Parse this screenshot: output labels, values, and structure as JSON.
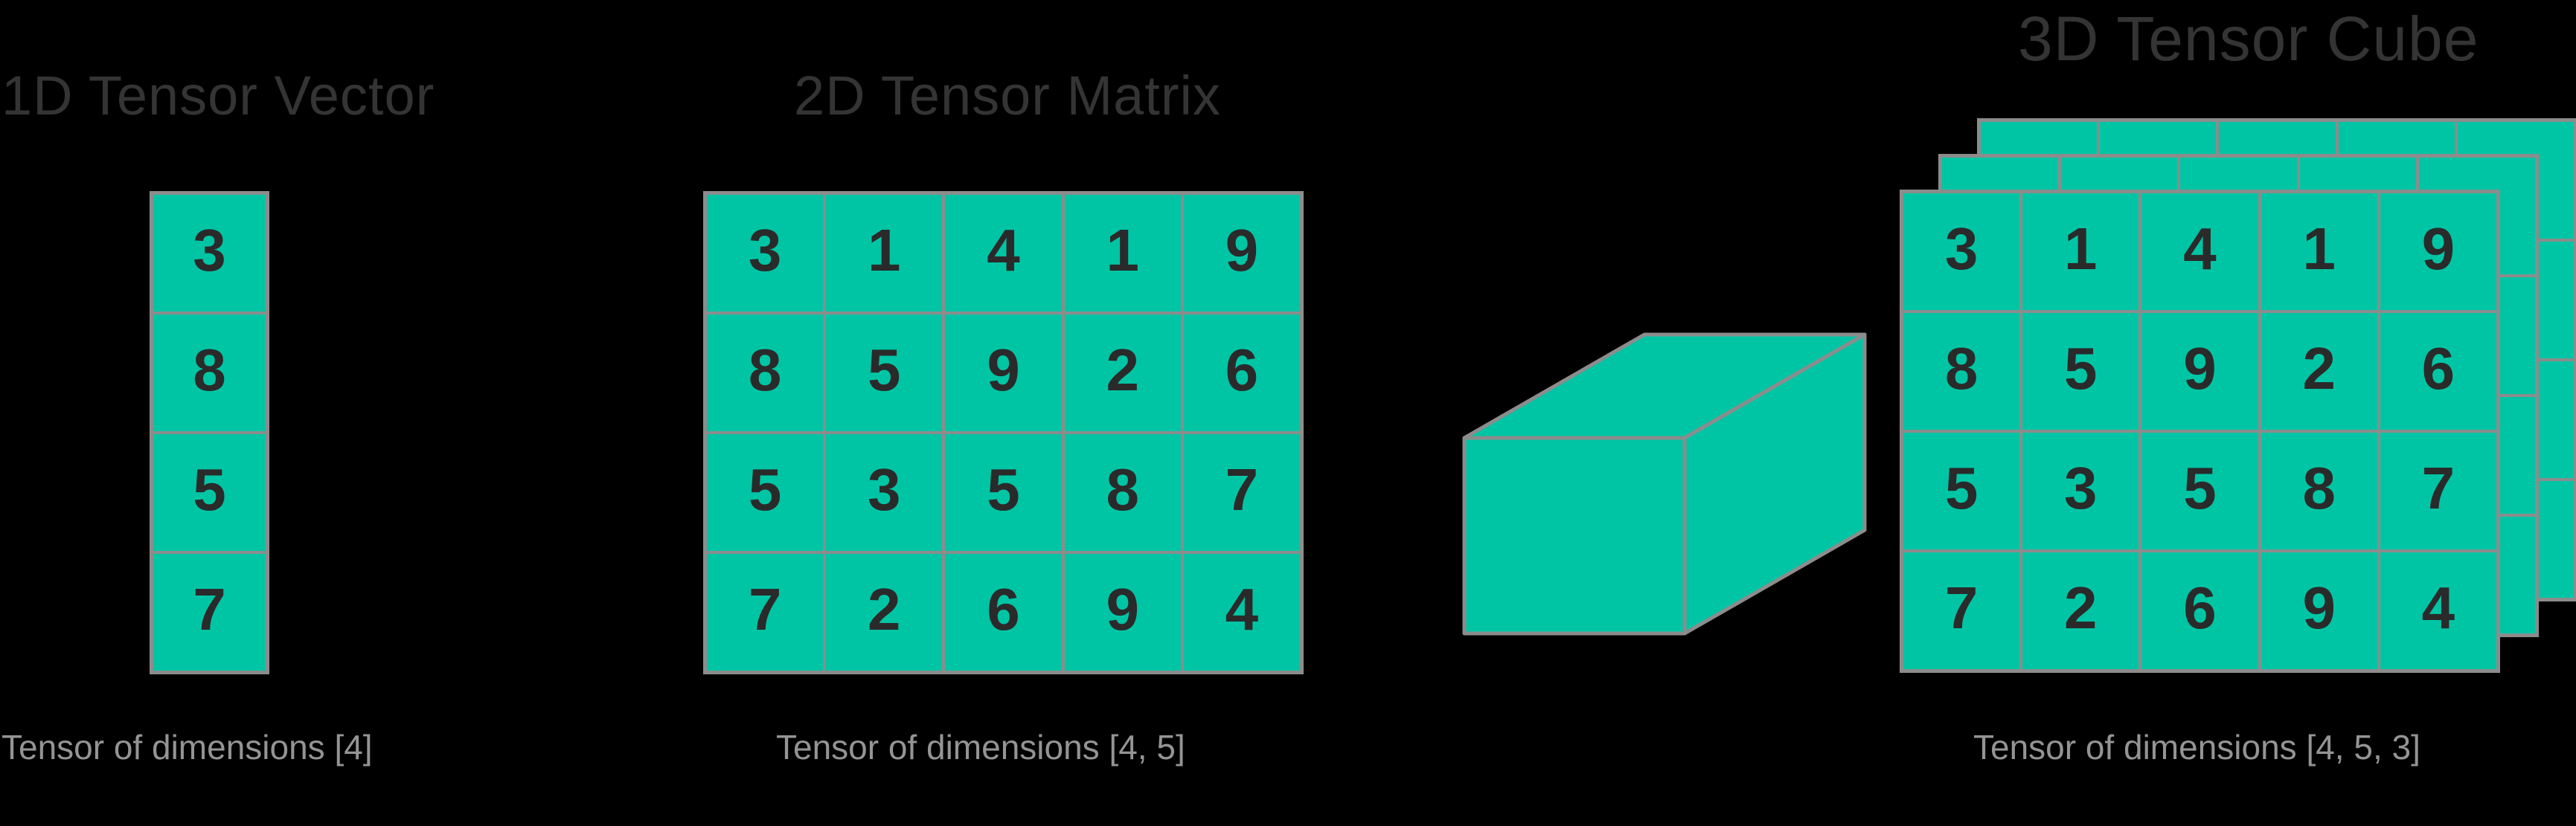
{
  "colors": {
    "background": "#000000",
    "teal": "#00C5A5",
    "grid_line": "#8C8C8C",
    "digit": "#2A2A2A",
    "title": "#343434",
    "caption": "#949494"
  },
  "sections": {
    "vector": {
      "title": "1D Tensor Vector",
      "caption": "Tensor of dimensions [4]",
      "values": [
        3,
        8,
        5,
        7
      ],
      "shape": [
        4
      ]
    },
    "matrix": {
      "title": "2D Tensor Matrix",
      "caption": "Tensor of dimensions [4, 5]",
      "rows": [
        [
          3,
          1,
          4,
          1,
          9
        ],
        [
          8,
          5,
          9,
          2,
          6
        ],
        [
          5,
          3,
          5,
          8,
          7
        ],
        [
          7,
          2,
          6,
          9,
          4
        ]
      ],
      "shape": [
        4,
        5
      ]
    },
    "cube": {
      "title": "3D Tensor Cube",
      "caption": "Tensor of dimensions [4, 5, 3]",
      "front_rows": [
        [
          3,
          1,
          4,
          1,
          9
        ],
        [
          8,
          5,
          9,
          2,
          6
        ],
        [
          5,
          3,
          5,
          8,
          7
        ],
        [
          7,
          2,
          6,
          9,
          4
        ]
      ],
      "num_layers": 3,
      "shape": [
        4,
        5,
        3
      ]
    }
  }
}
